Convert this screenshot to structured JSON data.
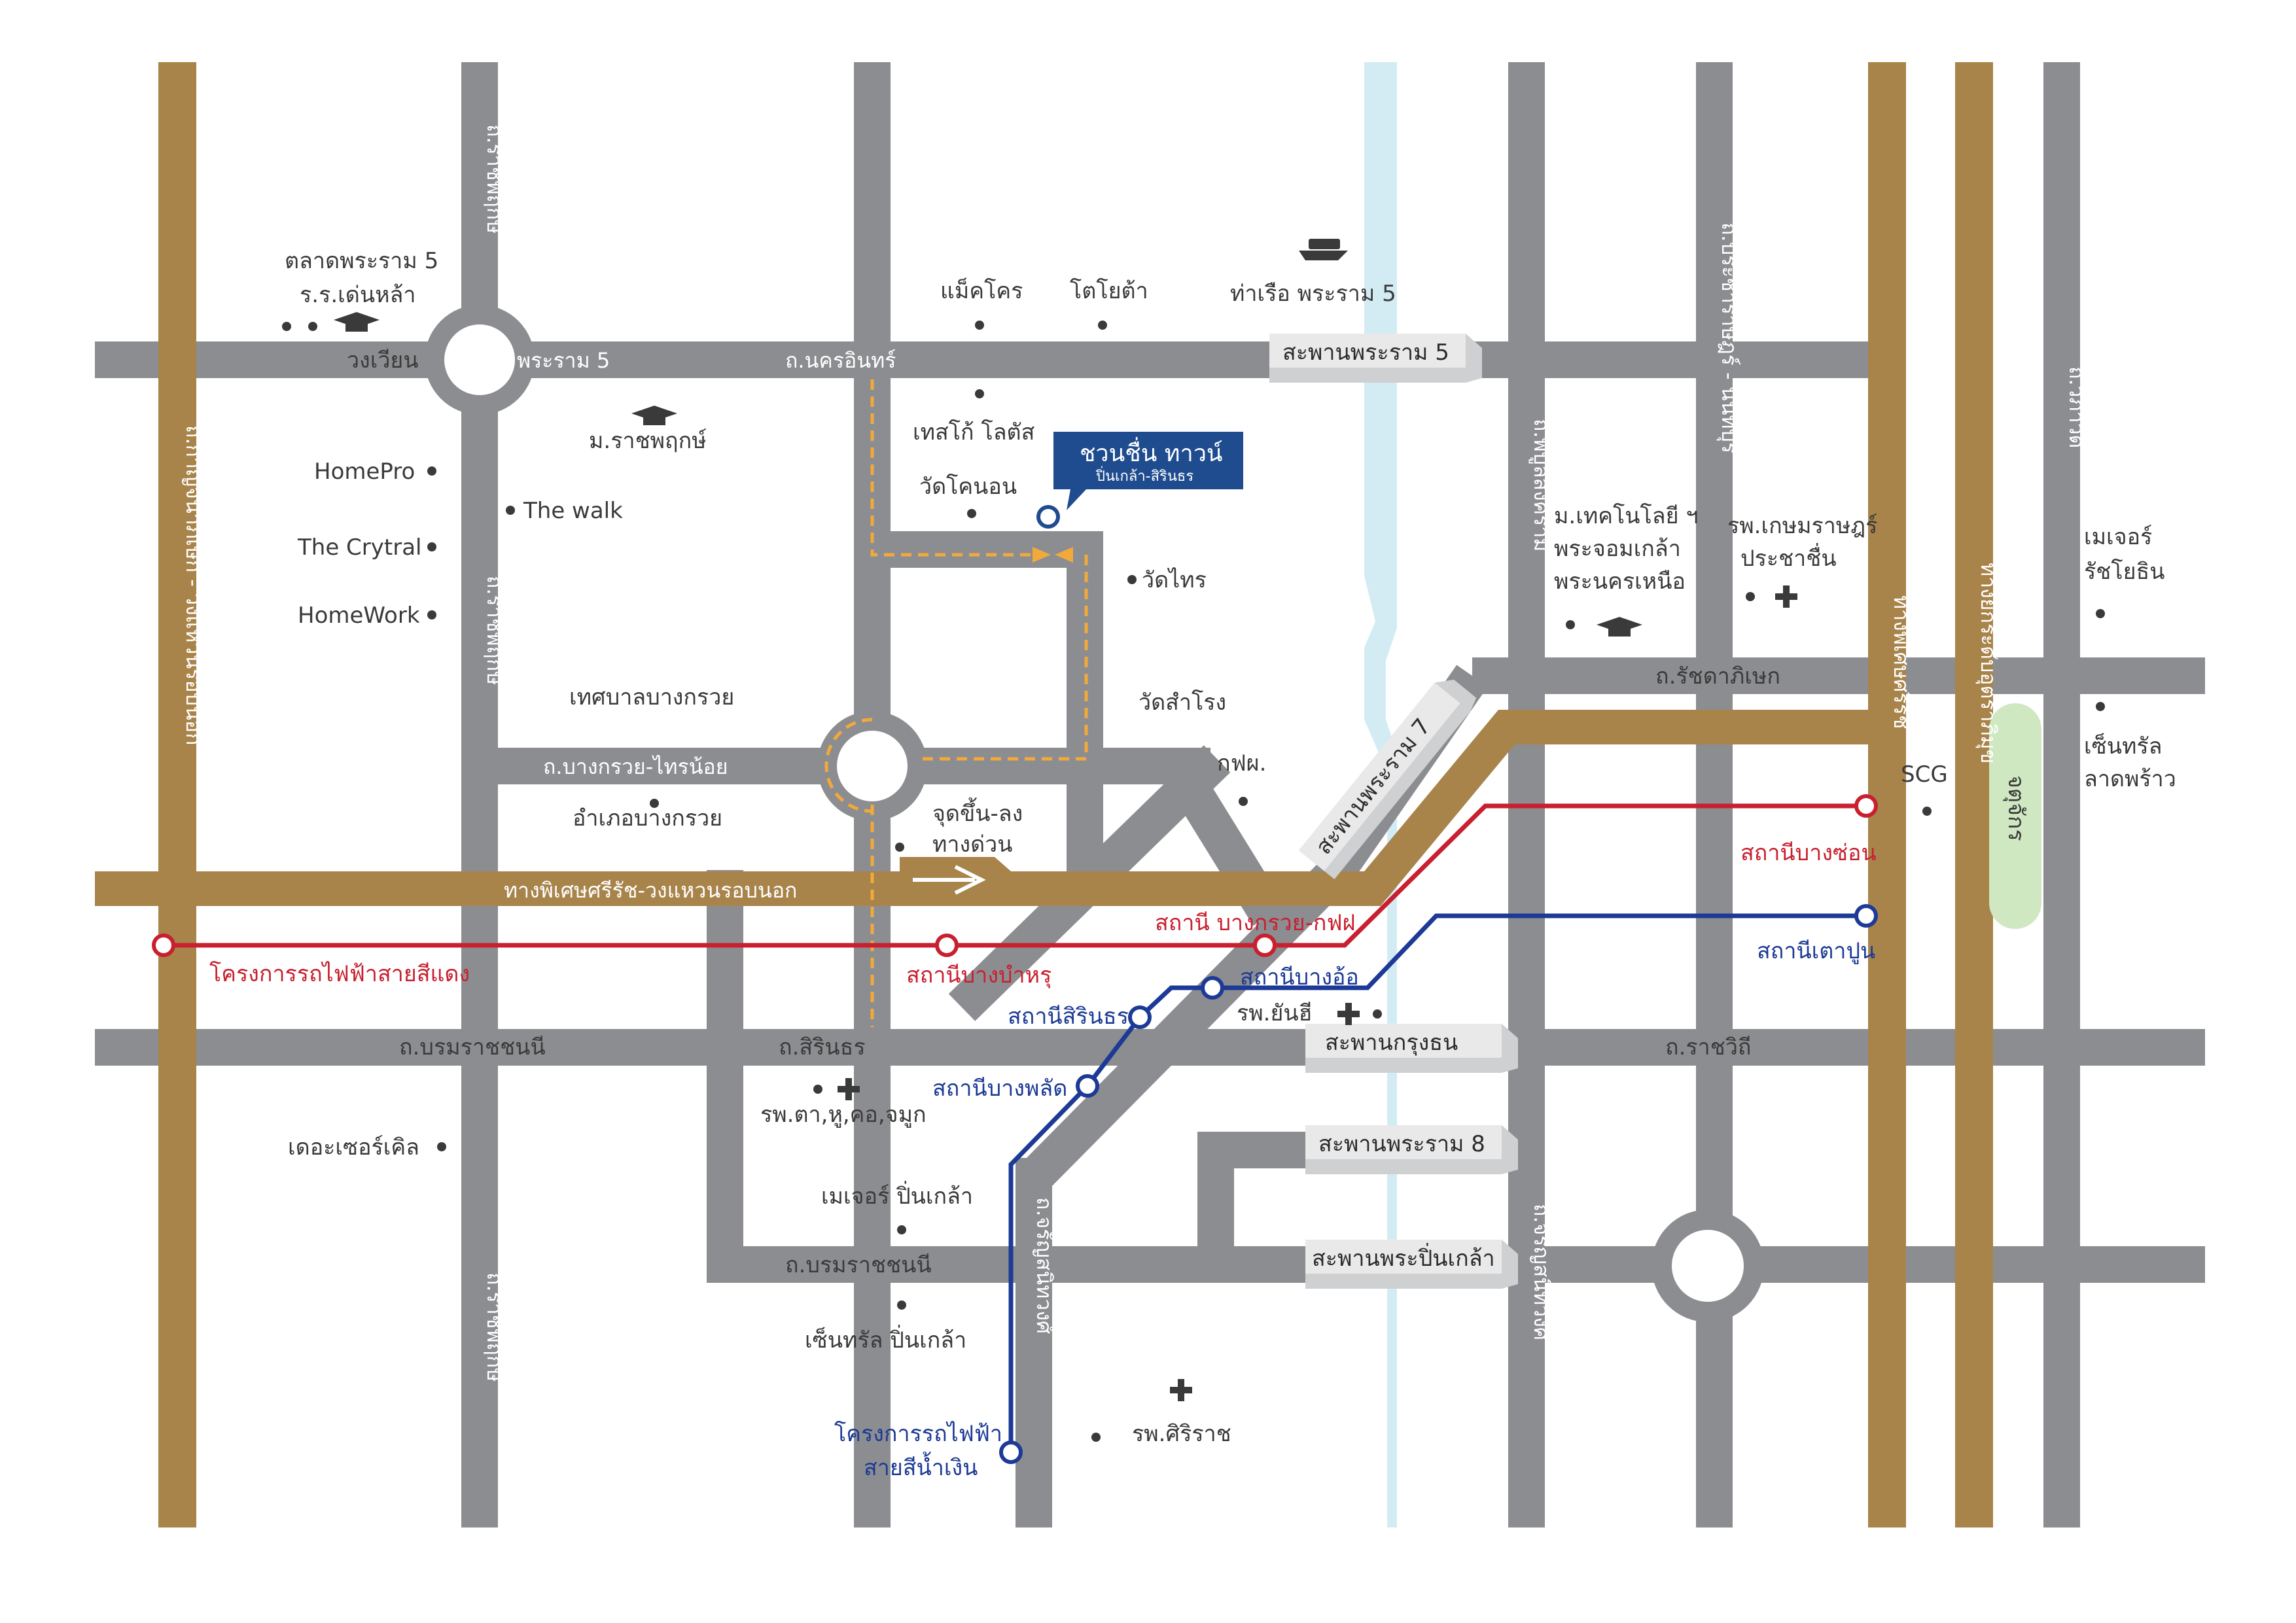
{
  "colors": {
    "road": "#8c8d90",
    "expressway": "#a8844b",
    "river": "#d3ecf4",
    "red_line": "#c8202f",
    "blue_line": "#1c3a96",
    "park": "#cfe8c2",
    "project_box": "#1f4c8f",
    "route": "#f2a93b"
  },
  "project": {
    "name": "ชวนชื่น ทาวน์",
    "subtitle": "ปิ่นเกล้า-สิรินธร"
  },
  "roads": {
    "rama5": "พระราม 5",
    "wongwian": "วงเวียน",
    "nakhon_in": "ถ.นครอินทร์",
    "ratchaphruek_top": "ถ.ราชพฤกษ์",
    "ratchaphruek_mid": "ถ.ราชพฤกษ์",
    "ratchaphruek_bottom": "ถ.ราชพฤกษ์",
    "kanchana": "ถ.กาญจนาภิเษก - วงแหวนรอบนอก",
    "bangkruai_sainoi": "ถ.บางกรวย-ไทรน้อย",
    "expressway": "ทางพิเศษศรีรัช-วงแหวนรอบนอก",
    "borommaratchachonnani_left": "ถ.บรมราชชนนี",
    "borommaratchachonnani_bottom": "ถ.บรมราชชนนี",
    "sirindhorn": "ถ.สิรินธร",
    "charan_left": "ถ.จรัญสนิทวงศ์",
    "charan_right": "ถ.จรัญสนิทวงศ์",
    "phibunsongkhram": "ถ.พิบูลสงคราม",
    "ratchadaphisek": "ถ.รัชดาภิเษก",
    "ratchawithi": "ถ.ราชวิถี",
    "nonthaburi": "ถ.ประชาราษฎร์ - นนทบุรี",
    "srirat_right": "ทางพิเศษศรีรัช",
    "chalerm_vertical": "ทางยกระดับอุตราภิมุข",
    "wiphawadi": "ถ.วิภาวดี"
  },
  "bridges": {
    "rama5": "สะพานพระราม 5",
    "rama7": "สะพานพระราม 7",
    "krungthon": "สะพานกรุงธน",
    "rama8": "สะพานพระราม 8",
    "pinklao": "สะพานพระปิ่นเกล้า"
  },
  "places": {
    "talat_rama5": "ตลาดพระราม 5",
    "school_denla": "ร.ร.เด่นหล้า",
    "ratchaphruek_univ": "ม.ราชพฤกษ์",
    "homepro": "HomePro",
    "thewalk": "The walk",
    "crystal": "The Crytral",
    "homework": "HomeWork",
    "makro": "แม็คโคร",
    "toyota": "โตโยต้า",
    "pier": "ท่าเรือ พระราม 5",
    "tesco": "เทสโก้ โลตัส",
    "wat_khanon": "วัดโคนอน",
    "wat_sai": "วัดไทร",
    "wat_samrong": "วัดสำโรง",
    "egat": "กฟผ.",
    "municipality": "เทศบาลบางกรวย",
    "district_office": "อำเภอบางกรวย",
    "toll_entry_1": "จุดขึ้น-ลง",
    "toll_entry_2": "ทางด่วน",
    "kmutnb_1": "ม.เทคโนโลยี ฯ",
    "kmutnb_2": "พระจอมเกล้า",
    "kmutnb_3": "พระนครเหนือ",
    "kasemrad_1": "รพ.เกษมราษฎร์",
    "kasemrad_2": "ประชาชื่น",
    "major_ratchayothin_1": "เมเจอร์",
    "major_ratchayothin_2": "รัชโยธิน",
    "central_ladprao_1": "เซ็นทรัล",
    "central_ladprao_2": "ลาดพร้าว",
    "scg": "SCG",
    "chatuchak": "จตุจักร",
    "yanhee": "รพ.ยันฮี",
    "eent": "รพ.ตา,หู,คอ,จมูก",
    "thecircle": "เดอะเซอร์เคิล",
    "major_pinklao": "เมเจอร์ ปิ่นเกล้า",
    "central_pinklao": "เซ็นทรัล ปิ่นเกล้า",
    "siriraj": "รพ.ศิริราช"
  },
  "red_line": {
    "project": "โครงการรถไฟฟ้าสายสีแดง",
    "bang_bamru": "สถานีบางบำหรุ",
    "bang_kruai_egat": "สถานี บางกรวย-กฟฝ",
    "bang_son": "สถานีบางซ่อน"
  },
  "blue_line": {
    "project_1": "โครงการรถไฟฟ้า",
    "project_2": "สายสีน้ำเงิน",
    "bang_o": "สถานีบางอ้อ",
    "sirindhorn": "สถานีสิรินธร",
    "bang_phlat": "สถานีบางพลัด",
    "tao_poon": "สถานีเตาปูน"
  }
}
